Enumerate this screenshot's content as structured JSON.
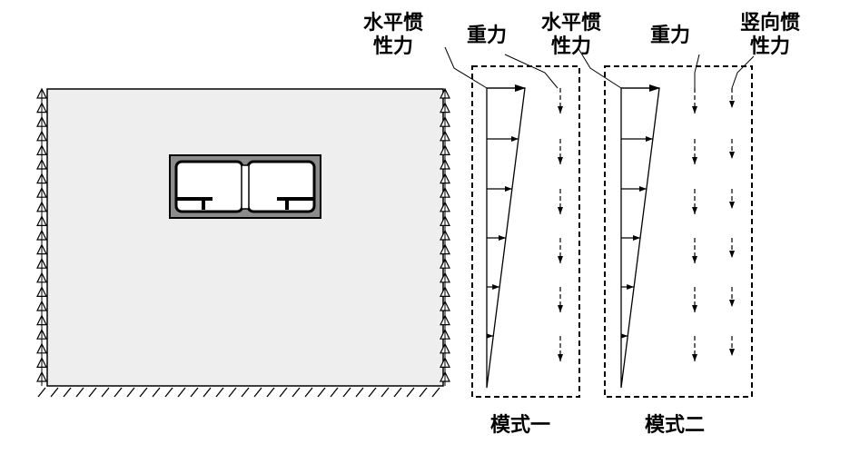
{
  "labels": {
    "horizontal_inertia_1": [
      "水平惯",
      "性力"
    ],
    "gravity_1": "重力",
    "horizontal_inertia_2": [
      "水平惯",
      "性力"
    ],
    "gravity_2": "重力",
    "vertical_inertia": [
      "竖向惯",
      "性力"
    ],
    "mode_1": "模式一",
    "mode_2": "模式二"
  },
  "colors": {
    "soil": "#eeeeee",
    "lining": "#8c8c8c",
    "line": "#000000"
  }
}
